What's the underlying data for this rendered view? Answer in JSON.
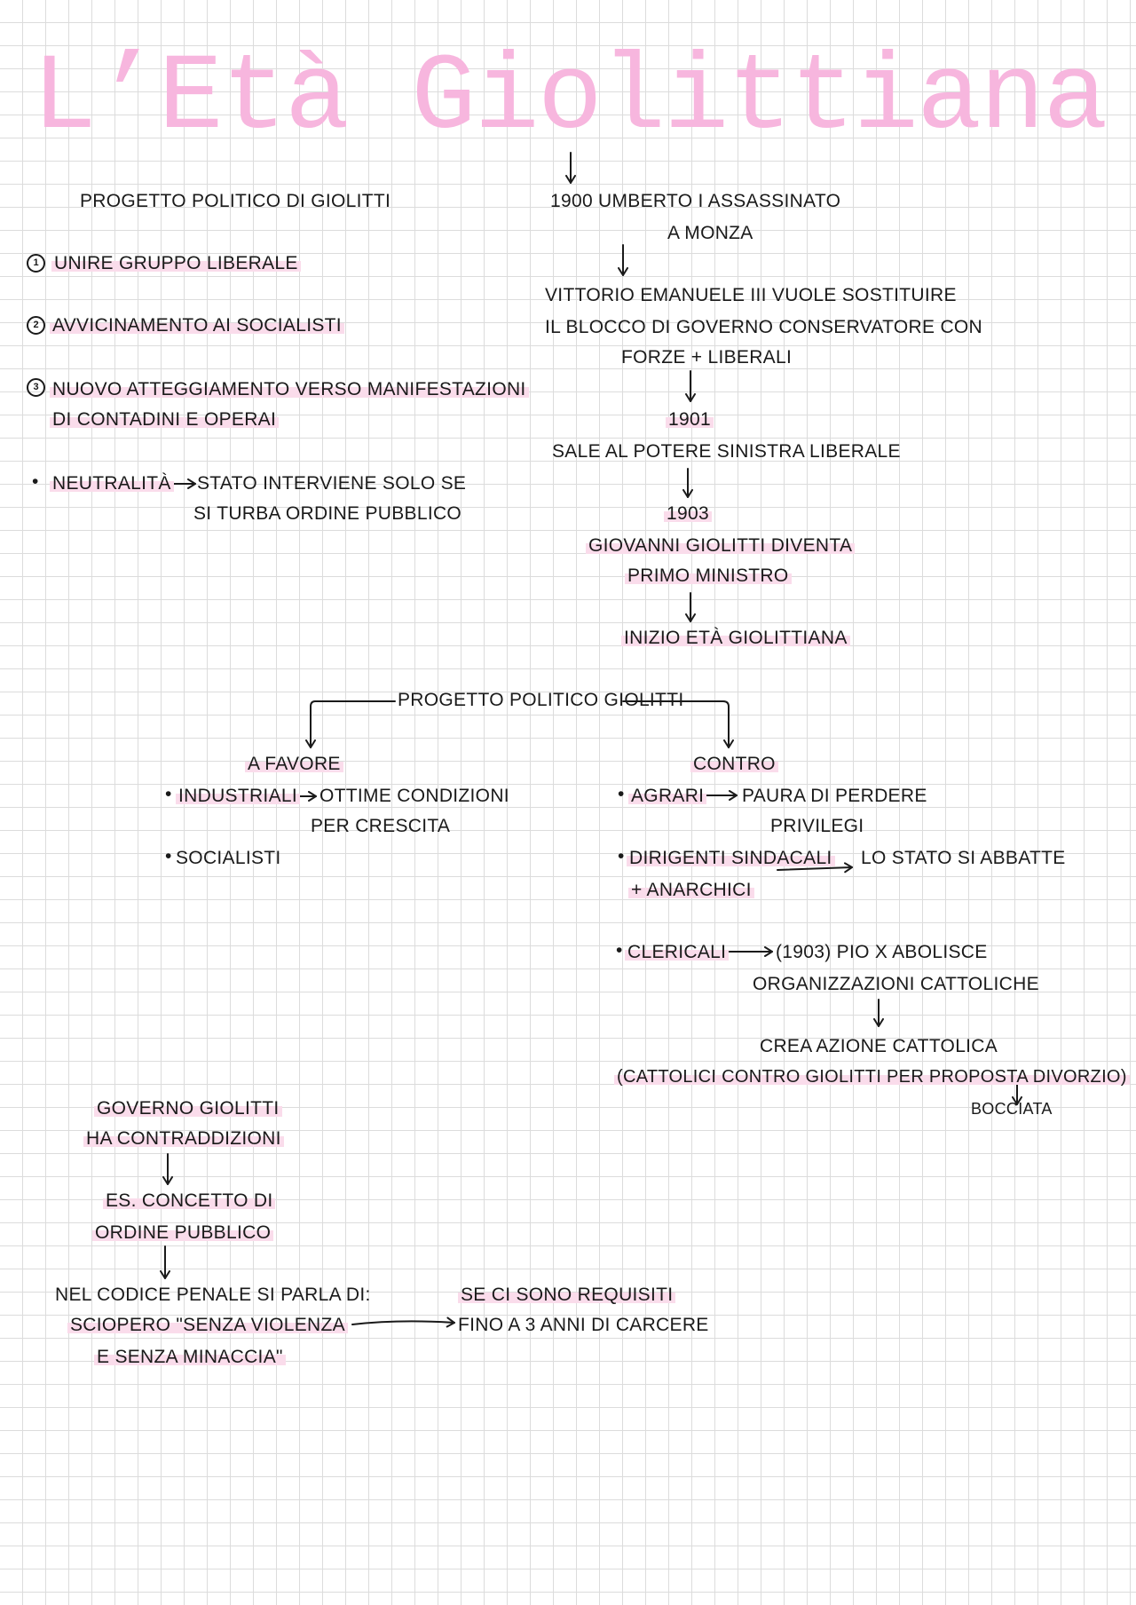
{
  "title": "L’Età Giolittiana",
  "left_project": {
    "heading": "PROGETTO POLITICO DI GIOLITTI",
    "items": [
      {
        "num": "1",
        "text": "UNIRE GRUPPO LIBERALE"
      },
      {
        "num": "2",
        "text": "AVVICINAMENTO AI SOCIALISTI"
      },
      {
        "num": "3",
        "line1": "NUOVO ATTEGGIAMENTO VERSO MANIFESTAZIONI",
        "line2": "DI CONTADINI E OPERAI"
      }
    ],
    "neutrality": {
      "label": "NEUTRALITÀ",
      "line1": "STATO INTERVIENE SOLO SE",
      "line2": "SI TURBA ORDINE PUBBLICO"
    }
  },
  "timeline": {
    "e1_line1": "1900 UMBERTO I ASSASSINATO",
    "e1_line2": "A MONZA",
    "e2_line1": "VITTORIO EMANUELE III VUOLE SOSTITUIRE",
    "e2_line2": "IL BLOCCO DI GOVERNO CONSERVATORE CON",
    "e2_line3": "FORZE + LIBERALI",
    "e3_year": "1901",
    "e3_text": "SALE AL POTERE SINISTRA LIBERALE",
    "e4_year": "1903",
    "e4_line1": "GIOVANNI GIOLITTI DIVENTA",
    "e4_line2": "PRIMO MINISTRO",
    "e5": "INIZIO ETÀ GIOLITTIANA"
  },
  "project": {
    "heading": "PROGETTO POLITICO GIOLITTI",
    "favor": {
      "label": "A FAVORE",
      "industrials": "INDUSTRIALI",
      "industrials_result1": "OTTIME CONDIZIONI",
      "industrials_result2": "PER CRESCITA",
      "socialists": "SOCIALISTI"
    },
    "against": {
      "label": "CONTRO",
      "agrari": "AGRARI",
      "agrari_result1": "PAURA DI PERDERE",
      "agrari_result2": "PRIVILEGI",
      "dirigenti1": "DIRIGENTI SINDACALI",
      "dirigenti2": "+ ANARCHICI",
      "dirigenti_result": "LO STATO SI ABBATTE",
      "clericali": "CLERICALI",
      "clericali_result1": "(1903) PIO X ABOLISCE",
      "clericali_result2": "ORGANIZZAZIONI CATTOLICHE",
      "azione": "CREA AZIONE CATTOLICA",
      "divorzio": "(CATTOLICI CONTRO GIOLITTI PER PROPOSTA DIVORZIO)",
      "bocciata": "BOCCIATA"
    }
  },
  "contradictions": {
    "line1": "GOVERNO GIOLITTI",
    "line2": "HA CONTRADDIZIONI",
    "ex1": "ES. CONCETTO DI",
    "ex2": "ORDINE PUBBLICO",
    "code1": "NEL CODICE PENALE SI PARLA DI:",
    "code2": "SCIOPERO \"SENZA VIOLENZA",
    "code3": "E SENZA MINACCIA\"",
    "res1": "SE CI SONO REQUISITI",
    "res2": "FINO A 3 ANNI DI CARCERE"
  }
}
